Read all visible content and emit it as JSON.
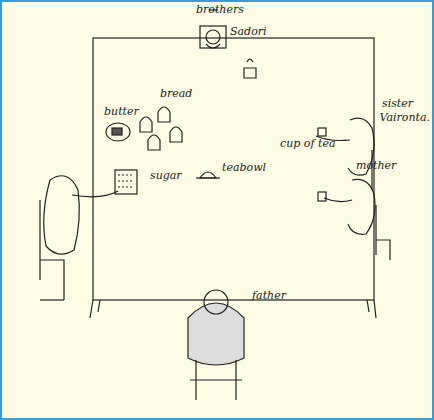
{
  "diagram": {
    "labels": [
      "brothers",
      "Sadori",
      "sister",
      "Vaironta.",
      "bread",
      "butter",
      "cup of tea",
      "mother",
      "sugar",
      "teabowl",
      "father"
    ]
  }
}
